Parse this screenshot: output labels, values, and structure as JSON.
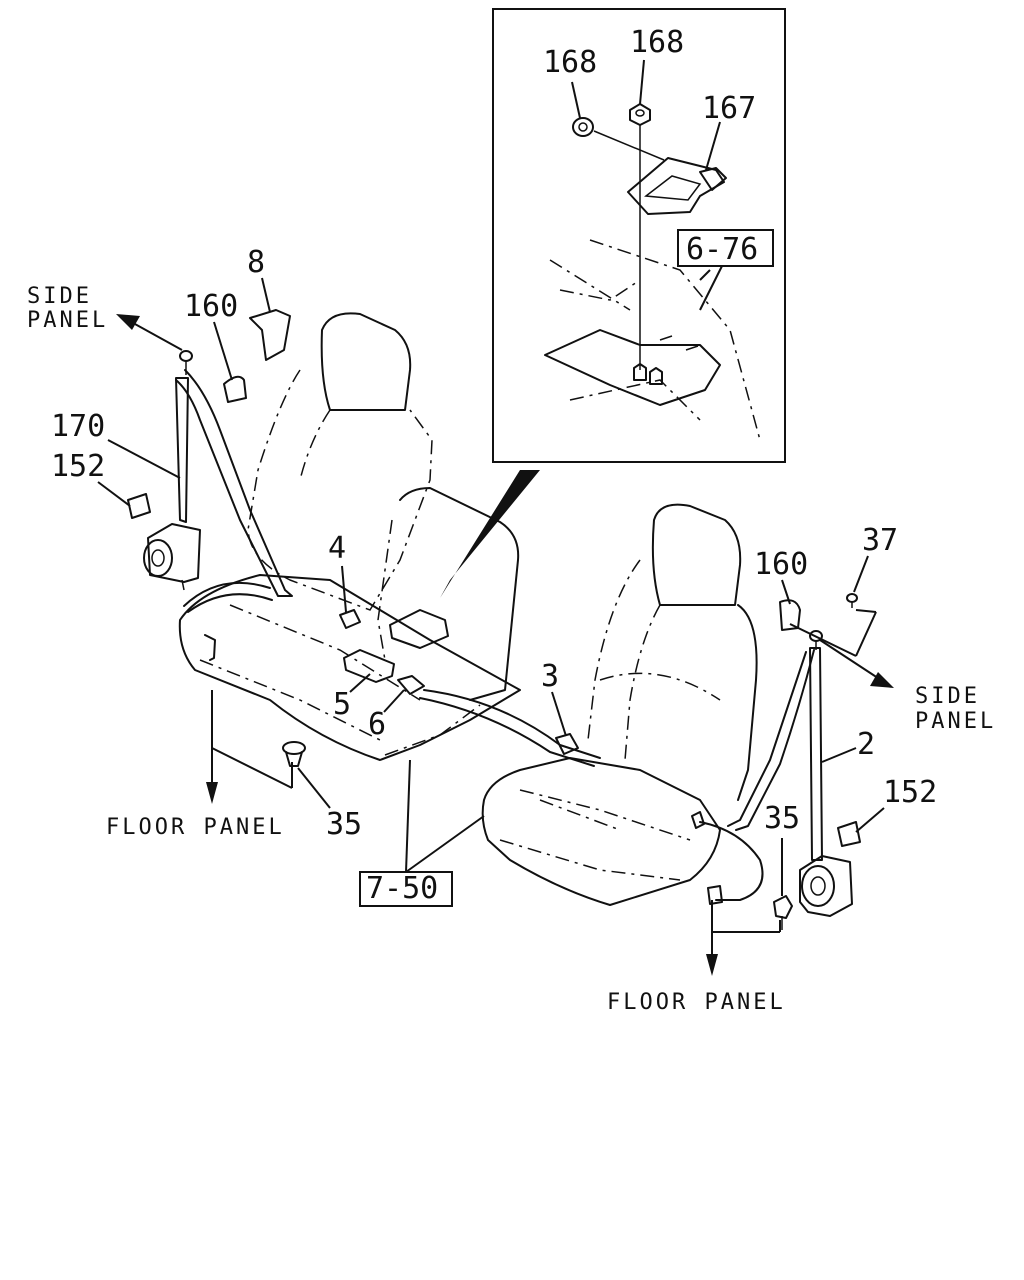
{
  "callouts": {
    "c170": "170",
    "c152_left": "152",
    "c160_left": "160",
    "c8": "8",
    "c4": "4",
    "c5": "5",
    "c6": "6",
    "c3": "3",
    "c35_left": "35",
    "c160_right": "160",
    "c37": "37",
    "c2": "2",
    "c152_right": "152",
    "c35_right": "35",
    "c168_a": "168",
    "c168_b": "168",
    "c167": "167"
  },
  "references": {
    "ref_6_76": "6-76",
    "ref_7_50": "7-50"
  },
  "labels": {
    "side_panel_left_1": "SIDE",
    "side_panel_left_2": "PANEL",
    "side_panel_right_1": "SIDE",
    "side_panel_right_2": "PANEL",
    "floor_panel_left": "FLOOR PANEL",
    "floor_panel_right": "FLOOR PANEL"
  }
}
